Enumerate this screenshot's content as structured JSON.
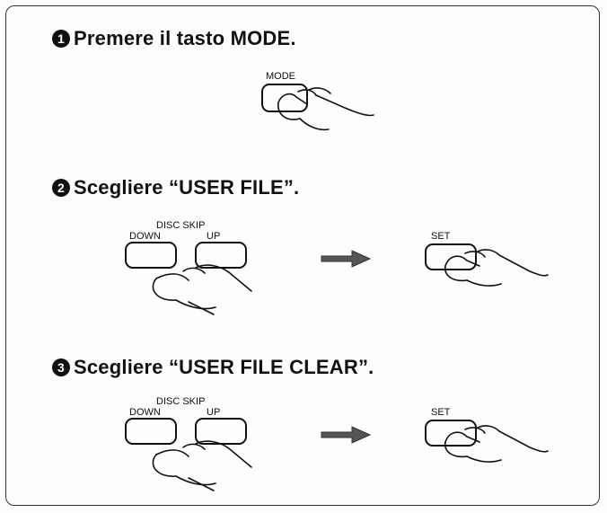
{
  "steps": [
    {
      "number": "1",
      "text": "Premere il tasto MODE."
    },
    {
      "number": "2",
      "text": "Scegliere “USER FILE”."
    },
    {
      "number": "3",
      "text": "Scegliere “USER FILE CLEAR”."
    }
  ],
  "buttons": {
    "mode": "MODE",
    "disc_skip": "DISC SKIP",
    "down": "DOWN",
    "up": "UP",
    "set": "SET"
  },
  "icons": [
    "finger-press-icon",
    "right-arrow-icon"
  ]
}
